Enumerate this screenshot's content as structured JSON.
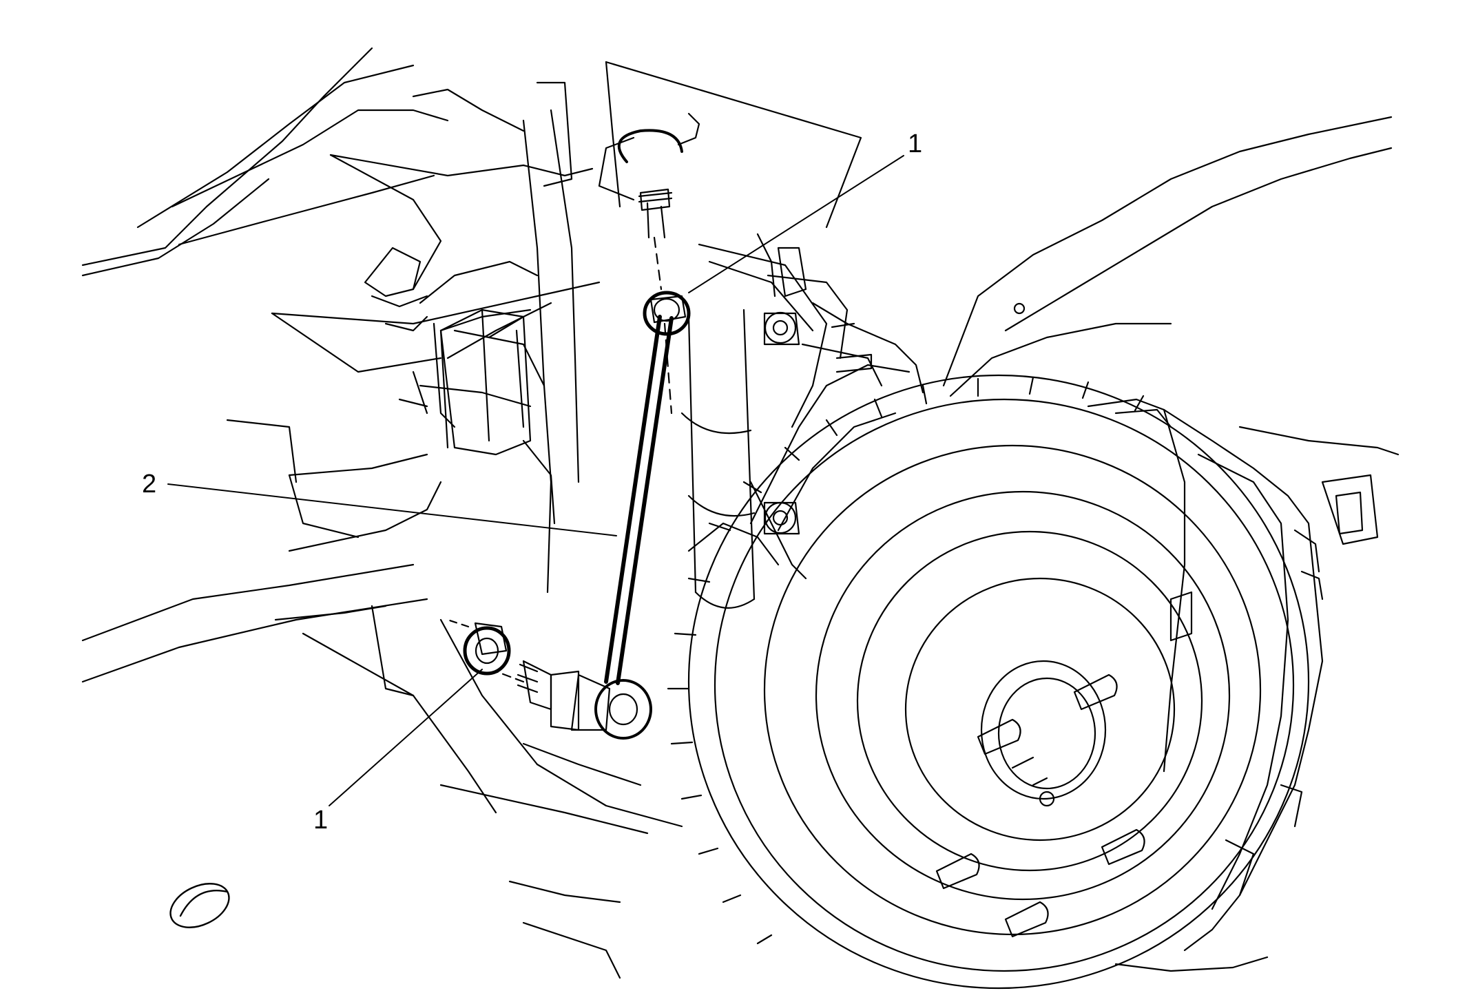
{
  "figure": {
    "callouts": [
      {
        "id": "top",
        "label": "1"
      },
      {
        "id": "mid",
        "label": "2"
      },
      {
        "id": "bottom",
        "label": "1"
      }
    ]
  },
  "colors": {
    "ink": "#000000",
    "paper": "#ffffff"
  },
  "icons": [
    "view-orientation-icon"
  ]
}
